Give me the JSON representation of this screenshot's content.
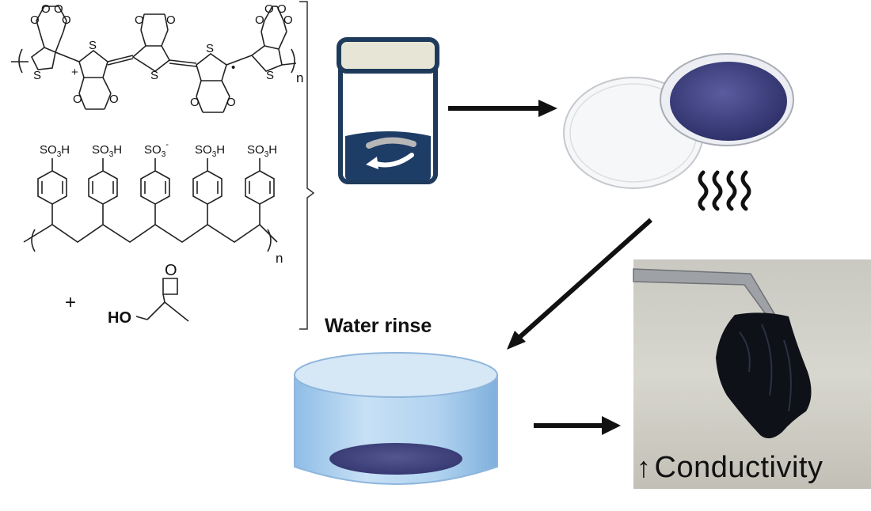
{
  "pedot": {
    "atoms_O": [
      "O",
      "O",
      "O",
      "O",
      "O",
      "O",
      "O",
      "O",
      "O",
      "O",
      "O",
      "O",
      "O",
      "O"
    ],
    "atom_S": "S",
    "charge_plus": "+",
    "radical": "•",
    "subscript_n": "n"
  },
  "pss": {
    "groups": [
      {
        "main": "SO",
        "sub": "3",
        "tail": "H",
        "sup": ""
      },
      {
        "main": "SO",
        "sub": "3",
        "tail": "H",
        "sup": ""
      },
      {
        "main": "SO",
        "sub": "3",
        "tail": "",
        "sup": "-"
      },
      {
        "main": "SO",
        "sub": "3",
        "tail": "H",
        "sup": ""
      },
      {
        "main": "SO",
        "sub": "3",
        "tail": "H",
        "sup": ""
      }
    ],
    "subscript_n": "n"
  },
  "additive": {
    "plus": "+",
    "ho": "HO",
    "ring_o": "O"
  },
  "labels": {
    "water_rinse": "Water rinse",
    "conductivity_arrow": "↑",
    "conductivity": "Conductivity"
  },
  "colors": {
    "vial_navy": "#1f3b5c",
    "solution_navy": "#1d3c66",
    "film_purple": "#3c3f7a",
    "dish_water": "#a9cdee",
    "arrow_black": "#111111"
  }
}
